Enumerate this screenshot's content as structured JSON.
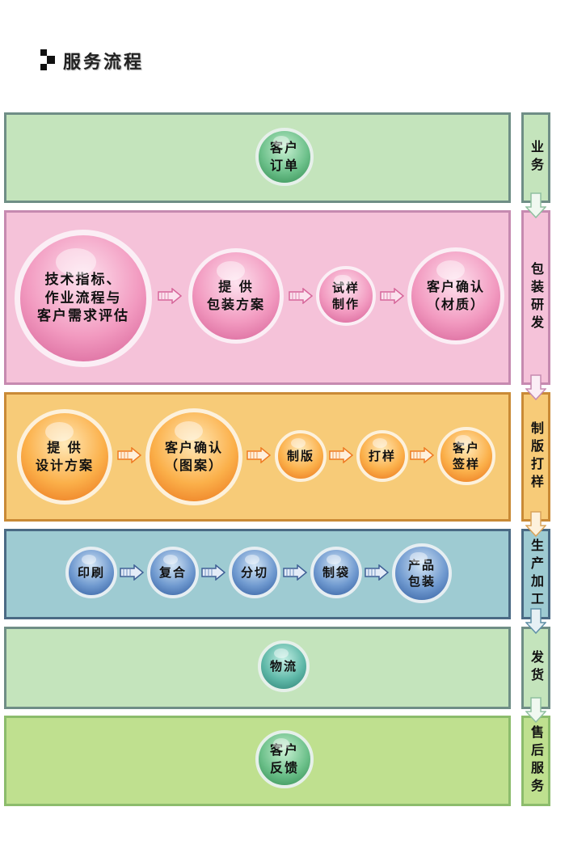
{
  "header": {
    "title": "服务流程"
  },
  "colors": {
    "lane1_bg": "#c4e4bc",
    "lane1_border": "#6f8e86",
    "lane2_bg": "#f5c2d9",
    "lane2_border": "#c68ab0",
    "lane3_bg": "#f7cb78",
    "lane3_border": "#c98a36",
    "lane4_bg": "#9ecbd2",
    "lane4_border": "#4a6a84",
    "lane5_bg": "#c4e4bc",
    "lane5_border": "#6f8e86",
    "lane6_bg": "#bfe08f",
    "lane6_border": "#8cbc6c"
  },
  "lanes": [
    {
      "side_label": "业务",
      "nodes": [
        "客户\n订单"
      ]
    },
    {
      "side_label": "包装研发",
      "nodes": [
        "技术指标、\n作业流程与\n客户需求评估",
        "提 供\n包装方案",
        "试样\n制作",
        "客户确认\n（材质）"
      ]
    },
    {
      "side_label": "制版打样",
      "nodes": [
        "提 供\n设计方案",
        "客户确认\n（图案）",
        "制版",
        "打样",
        "客户\n签样"
      ]
    },
    {
      "side_label": "生产加工",
      "nodes": [
        "印刷",
        "复合",
        "分切",
        "制袋",
        "产品\n包装"
      ]
    },
    {
      "side_label": "发货",
      "nodes": [
        "物流"
      ]
    },
    {
      "side_label": "售后服务",
      "nodes": [
        "客户\n反馈"
      ]
    }
  ]
}
